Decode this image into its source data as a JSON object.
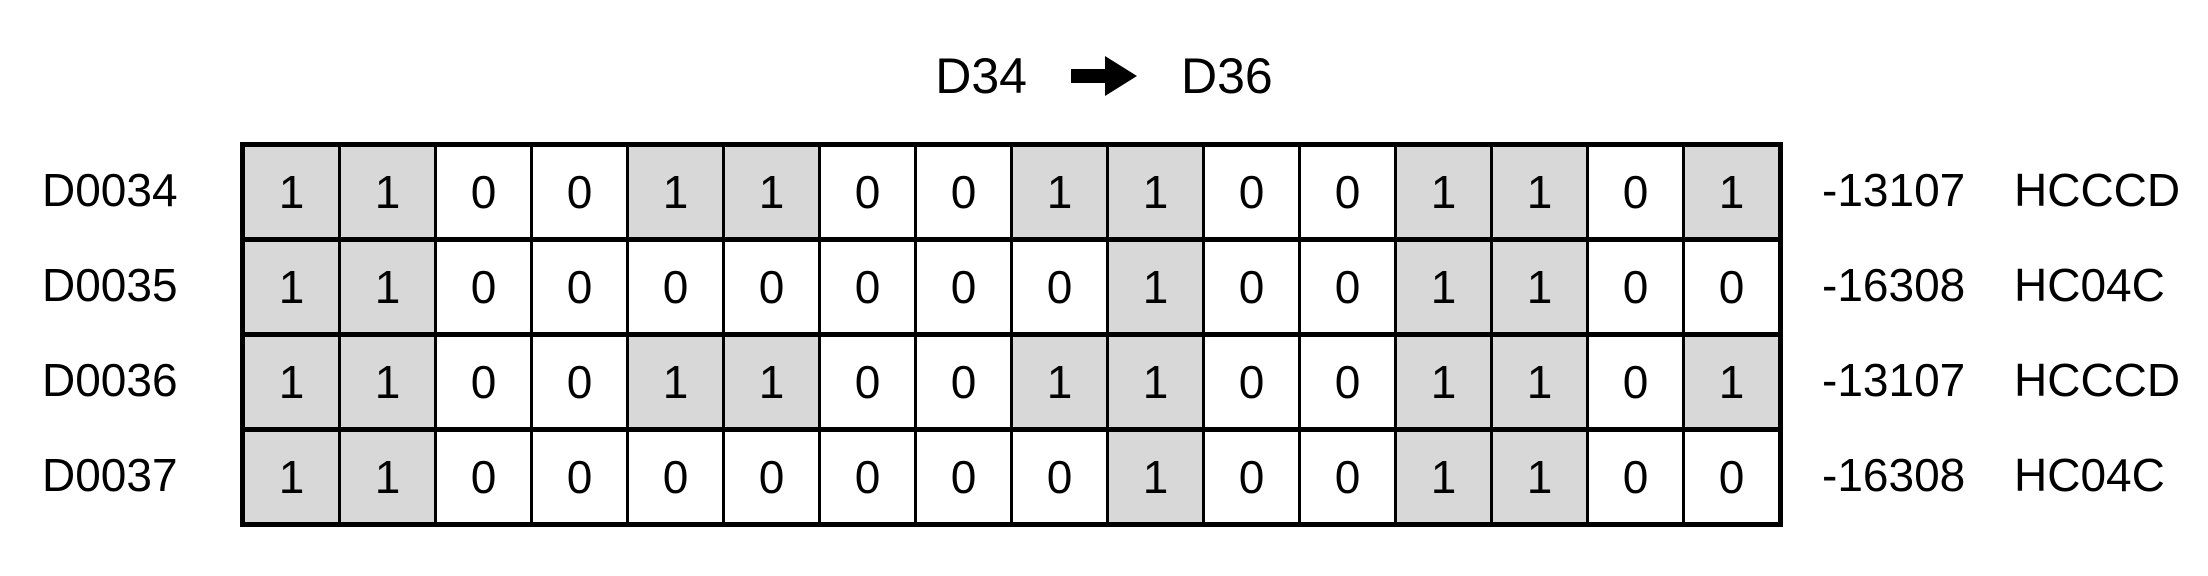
{
  "title": {
    "from": "D34",
    "to": "D36",
    "arrow_icon": "right-arrow"
  },
  "colors": {
    "background": "#ffffff",
    "border": "#000000",
    "text": "#000000",
    "bit_on_bg": "#d8d8d8",
    "bit_off_bg": "#ffffff"
  },
  "bits_per_register": 16,
  "registers": [
    {
      "name": "D0034",
      "bits": [
        1,
        1,
        0,
        0,
        1,
        1,
        0,
        0,
        1,
        1,
        0,
        0,
        1,
        1,
        0,
        1
      ],
      "decimal": "-13107",
      "hex": "HCCCD"
    },
    {
      "name": "D0035",
      "bits": [
        1,
        1,
        0,
        0,
        0,
        0,
        0,
        0,
        0,
        1,
        0,
        0,
        1,
        1,
        0,
        0
      ],
      "decimal": "-16308",
      "hex": "HC04C"
    },
    {
      "name": "D0036",
      "bits": [
        1,
        1,
        0,
        0,
        1,
        1,
        0,
        0,
        1,
        1,
        0,
        0,
        1,
        1,
        0,
        1
      ],
      "decimal": "-13107",
      "hex": "HCCCD"
    },
    {
      "name": "D0037",
      "bits": [
        1,
        1,
        0,
        0,
        0,
        0,
        0,
        0,
        0,
        1,
        0,
        0,
        1,
        1,
        0,
        0
      ],
      "decimal": "-16308",
      "hex": "HC04C"
    }
  ]
}
